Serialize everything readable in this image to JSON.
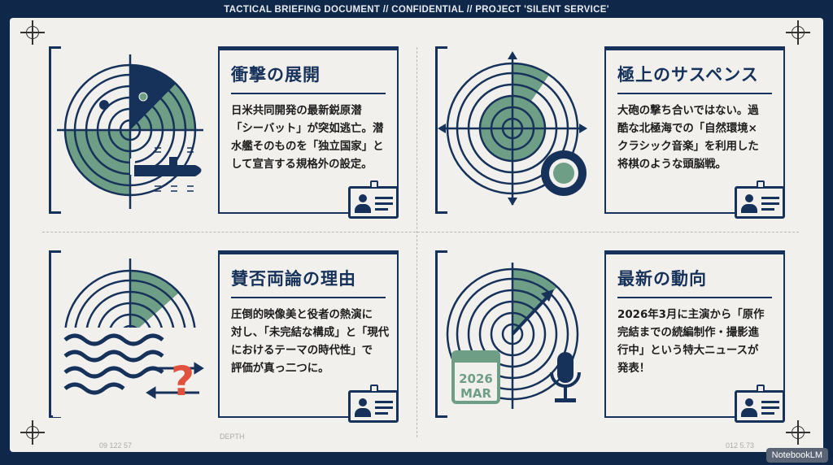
{
  "header": {
    "title": "TACTICAL BRIEFING DOCUMENT // CONFIDENTIAL // PROJECT 'SILENT SERVICE'"
  },
  "colors": {
    "navy": "#17325a",
    "green": "#6e9f86",
    "alert": "#e0523d",
    "background": "#f1f0ec"
  },
  "panels": [
    {
      "title": "衝撃の展開",
      "lines": [
        "日米共同開発の最新鋭原潜",
        "「シーバット」が突如逃亡。潜",
        "水艦そのものを「独立国家」と",
        "して宣言する規格外の設定。"
      ],
      "icon": "radar-submarine",
      "badge_icon": "officer-id-card"
    },
    {
      "title": "極上のサスペンス",
      "lines": [
        "大砲の撃ち合いではない。過",
        "酷な北極海での「自然環境×",
        "クラシック音楽」を利用した",
        "将棋のような頭脳戦。"
      ],
      "icon": "radar-brain-gear",
      "badge_icon": "person-id-card"
    },
    {
      "title": "賛否両論の理由",
      "lines": [
        "圧倒的映像美と役者の熱演に",
        "対し、「未完結な構成」と「現代",
        "におけるテーマの時代性」で",
        "評価が真っ二つに。"
      ],
      "icon": "radar-waves-question",
      "badge_icon": "group-id-card"
    },
    {
      "title": "最新の動向",
      "lines": [
        "2026年3月に主演から「原作",
        "完結までの続編制作・撮影進",
        "行中」という特大ニュースが",
        "発表！"
      ],
      "icon": "radar-calendar-microphone",
      "badge_icon": "speaker-id-card",
      "calendar": {
        "year": "2026",
        "month": "MAR"
      }
    }
  ],
  "decor": {
    "tick_left": "09 122 57",
    "tick_right": "012 5.73",
    "depth_label": "DEPTH"
  },
  "watermark": "NotebookLM"
}
